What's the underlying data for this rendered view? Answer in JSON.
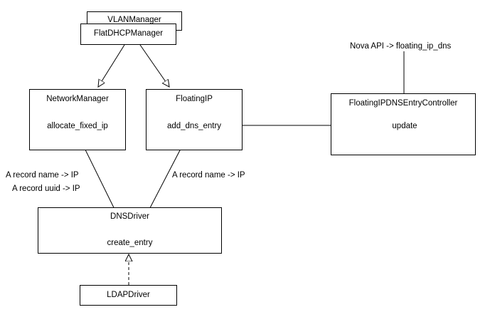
{
  "nodes": {
    "vlan_manager": {
      "title": "VLANManager"
    },
    "flat_dhcp_manager": {
      "title": "FlatDHCPManager"
    },
    "network_manager": {
      "title": "NetworkManager",
      "method": "allocate_fixed_ip"
    },
    "floating_ip": {
      "title": "FloatingIP",
      "method": "add_dns_entry"
    },
    "floating_ip_dns_entry_controller": {
      "title": "FloatingIPDNSEntryController",
      "method": "update"
    },
    "dns_driver": {
      "title": "DNSDriver",
      "method": "create_entry"
    },
    "ldap_driver": {
      "title": "LDAPDriver"
    }
  },
  "edge_labels": {
    "nova_api": "Nova API -> floating_ip_dns",
    "network_to_dns_line1": "A record name -> IP",
    "network_to_dns_line2": "A record uuid -> IP",
    "floating_to_dns": "A record name -> IP"
  }
}
